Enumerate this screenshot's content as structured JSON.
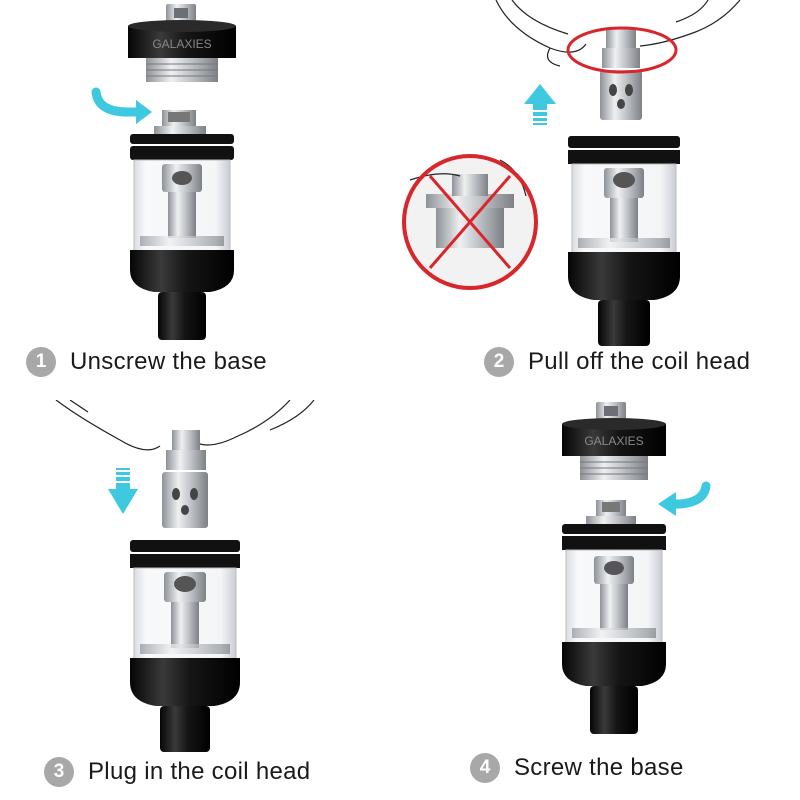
{
  "steps": [
    {
      "number": "1",
      "label": "Unscrew the base"
    },
    {
      "number": "2",
      "label": "Pull off the coil head"
    },
    {
      "number": "3",
      "label": "Plug in the coil head"
    },
    {
      "number": "4",
      "label": "Screw the base"
    }
  ],
  "base_engraving": "GALAXIES",
  "colors": {
    "arrow": "#3ec9e0",
    "badge": "#a8a8a8",
    "prohibition": "#d8262b",
    "tank_black": "#111111",
    "steel": "#c9ccd0"
  },
  "icons": {
    "rotate_arrow": "curved-rotate-arrow-icon",
    "up_arrow": "dashed-up-arrow-icon",
    "down_arrow": "dashed-down-arrow-icon",
    "prohibited": "prohibited-icon"
  }
}
